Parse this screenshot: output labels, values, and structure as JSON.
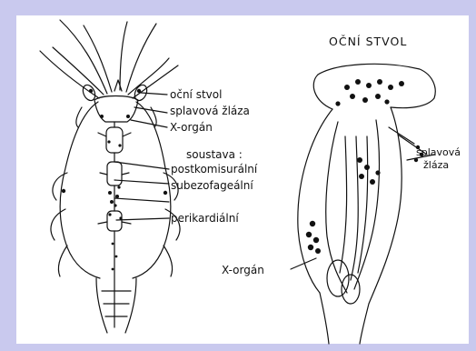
{
  "labels": {
    "ocni_stvol": "oční stvol",
    "splavova_zlaza": "splavová žláza",
    "x_organ": "X-orgán",
    "soustava": "soustava :",
    "postkomisuralni": "postkomisurální",
    "subezofagealni": "subezofageální",
    "perikardialni": "perikardiální"
  },
  "right": {
    "title": "OČNÍ STVOL",
    "splavova": "splavová",
    "zlaza": "žláza",
    "x_organ": "X-orgán"
  },
  "colors": {
    "background": "#c9c9ee",
    "panel": "#ffffff",
    "ink": "#111111"
  }
}
